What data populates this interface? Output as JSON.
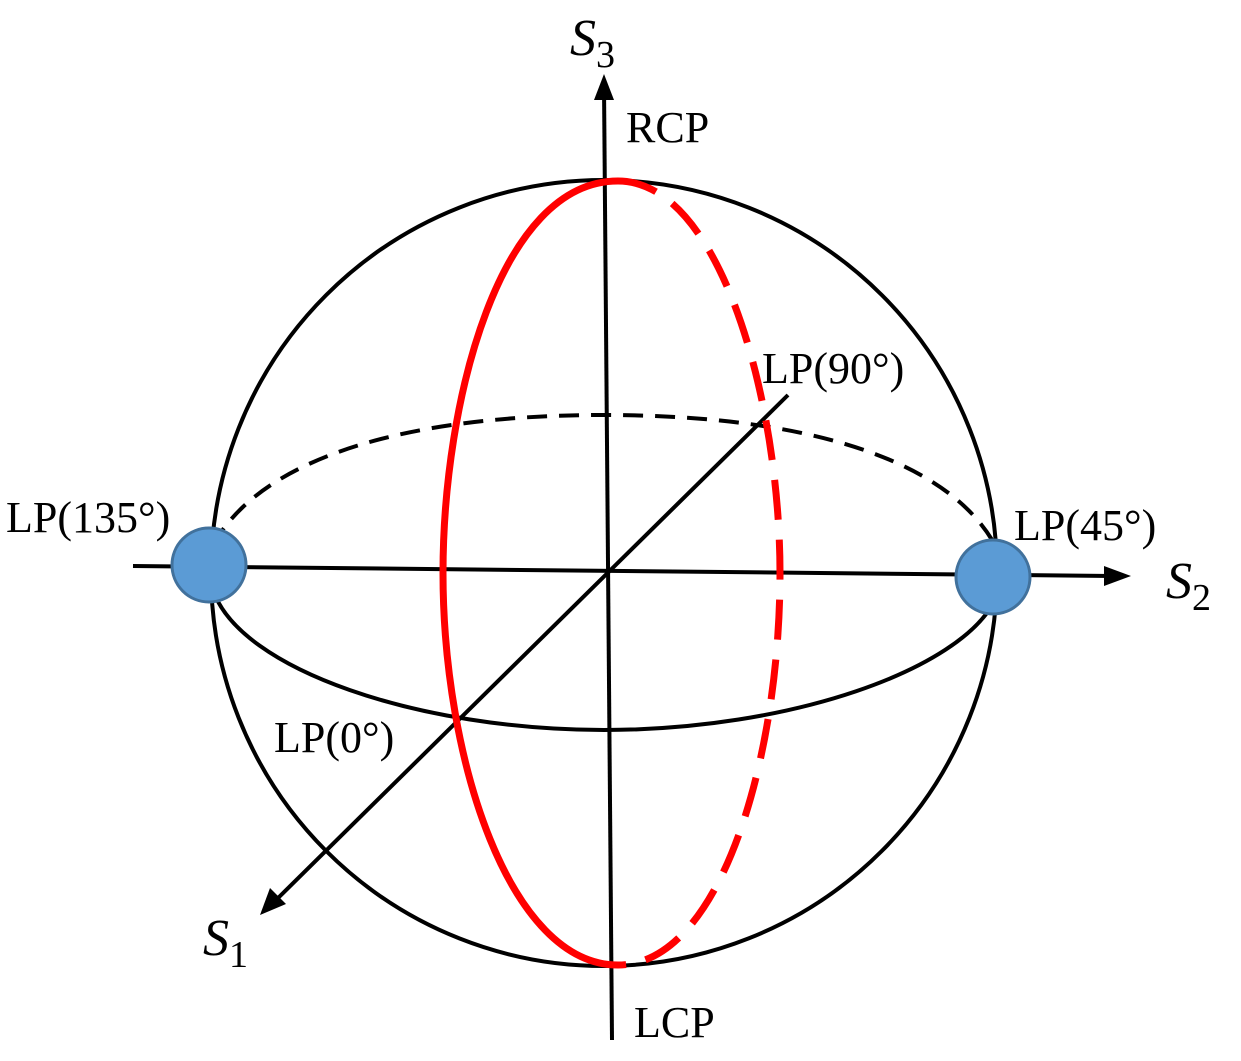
{
  "axes": {
    "s1": {
      "symbol": "S",
      "subscript": "1"
    },
    "s2": {
      "symbol": "S",
      "subscript": "2"
    },
    "s3": {
      "symbol": "S",
      "subscript": "3"
    }
  },
  "labels": {
    "north_pole": "RCP",
    "south_pole": "LCP",
    "lp_0": "LP(0°)",
    "lp_45": "LP(45°)",
    "lp_90": "LP(90°)",
    "lp_135": "LP(135°)"
  },
  "colors": {
    "sphere": "#000000",
    "meridian": "#ff0000",
    "marker_fill": "#5b9bd5",
    "marker_stroke": "#41719c"
  }
}
